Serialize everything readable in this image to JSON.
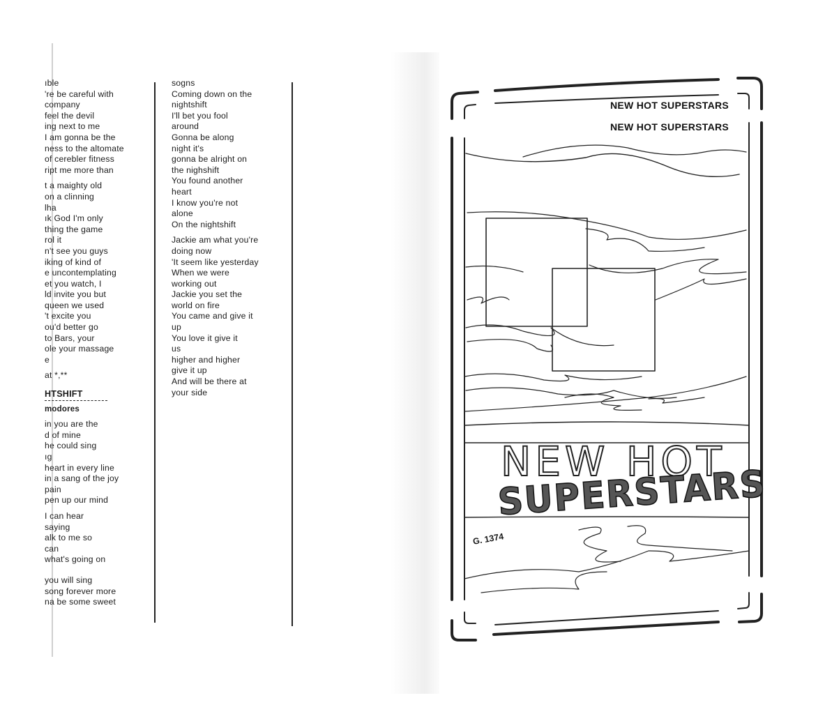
{
  "lyrics_left": {
    "block1": [
      "ıble",
      "'re be careful with",
      "company",
      "feel the devil",
      "ing next to me",
      "I am gonna be the",
      "ness to the altomate",
      "of cerebler fitness",
      "ript me more than"
    ],
    "block2": [
      "t a maighty old",
      "on a clinning",
      "lha",
      "ık God I'm only",
      "thing the game",
      "rol it",
      "n't see you guys",
      "iking of kind of",
      "e uncontemplating",
      "et you watch, I",
      "ld invite you but",
      "queen we used",
      "'t excite you",
      "ou'd better go",
      "to Bars, your",
      "ole your massage",
      "e"
    ],
    "block3": [
      "at *,**"
    ],
    "song_title": "HTSHIFT",
    "artist": "modores",
    "block4": [
      "in you are the",
      "d of mine",
      "he could sing",
      "ıg",
      "heart in every line",
      "in a sang of the joy",
      "pain",
      "pen up our mind"
    ],
    "block5": [
      "I can hear",
      "saying",
      "alk to me so",
      "can",
      "what's going on"
    ],
    "block6": [
      "you will sing",
      "song forever more",
      "na be some sweet"
    ]
  },
  "lyrics_mid": {
    "block1": [
      "sogns",
      "Coming down on the",
      "nightshift",
      "I'll bet you fool",
      "around",
      "Gonna be along",
      "night it's",
      "gonna be alright on",
      "the nighshift",
      "You found another",
      "heart",
      "I know you're not",
      "alone",
      "On the nightshift"
    ],
    "block2": [
      "Jackie am what you're",
      "doing now",
      "'It seem like yesterday",
      "When we were",
      "working out",
      "Jackie you set the",
      "world on fire",
      "You came and give it",
      "up",
      "You love it give it",
      "us",
      "higher and higher",
      "give it up",
      "And will be there at",
      "your side"
    ]
  },
  "cover": {
    "header_line1": "NEW HOT SUPERSTARS",
    "header_line2": "NEW HOT SUPERSTARS",
    "logo_top": "NEW HOT",
    "logo_bottom": "SUPERSTARS",
    "catalog_number": "G. 1374"
  }
}
